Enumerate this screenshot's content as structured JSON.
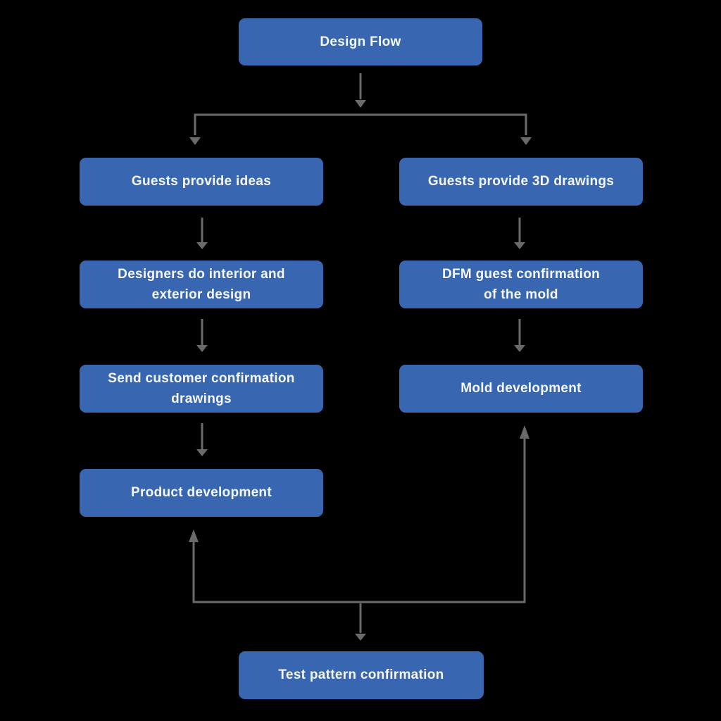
{
  "diagram": {
    "title": "Design Flow",
    "colors": {
      "background": "#000000",
      "node_fill": "#3866b0",
      "node_text": "#f5f8fc",
      "connector": "#6a6a6a"
    },
    "nodes": {
      "design_flow": {
        "lines": [
          "Design Flow"
        ]
      },
      "guests_ideas": {
        "lines": [
          "Guests provide ideas"
        ]
      },
      "guests_3d": {
        "lines": [
          "Guests provide 3D drawings"
        ]
      },
      "designers": {
        "lines": [
          "Designers do interior and",
          "exterior design"
        ]
      },
      "dfm": {
        "lines": [
          "DFM guest confirmation",
          "of the mold"
        ]
      },
      "send_confirmation": {
        "lines": [
          "Send customer confirmation",
          "drawings"
        ]
      },
      "mold_dev": {
        "lines": [
          "Mold development"
        ]
      },
      "product_dev": {
        "lines": [
          "Product development"
        ]
      },
      "test_pattern": {
        "lines": [
          "Test pattern confirmation"
        ]
      }
    },
    "edges": [
      {
        "from": "design_flow",
        "to": "guests_ideas"
      },
      {
        "from": "design_flow",
        "to": "guests_3d"
      },
      {
        "from": "guests_ideas",
        "to": "designers"
      },
      {
        "from": "designers",
        "to": "send_confirmation"
      },
      {
        "from": "send_confirmation",
        "to": "product_dev"
      },
      {
        "from": "guests_3d",
        "to": "dfm"
      },
      {
        "from": "dfm",
        "to": "mold_dev"
      },
      {
        "from": "bottom_junction",
        "to": "product_dev"
      },
      {
        "from": "bottom_junction",
        "to": "mold_dev"
      },
      {
        "from": "bottom_junction",
        "to": "test_pattern"
      }
    ]
  }
}
